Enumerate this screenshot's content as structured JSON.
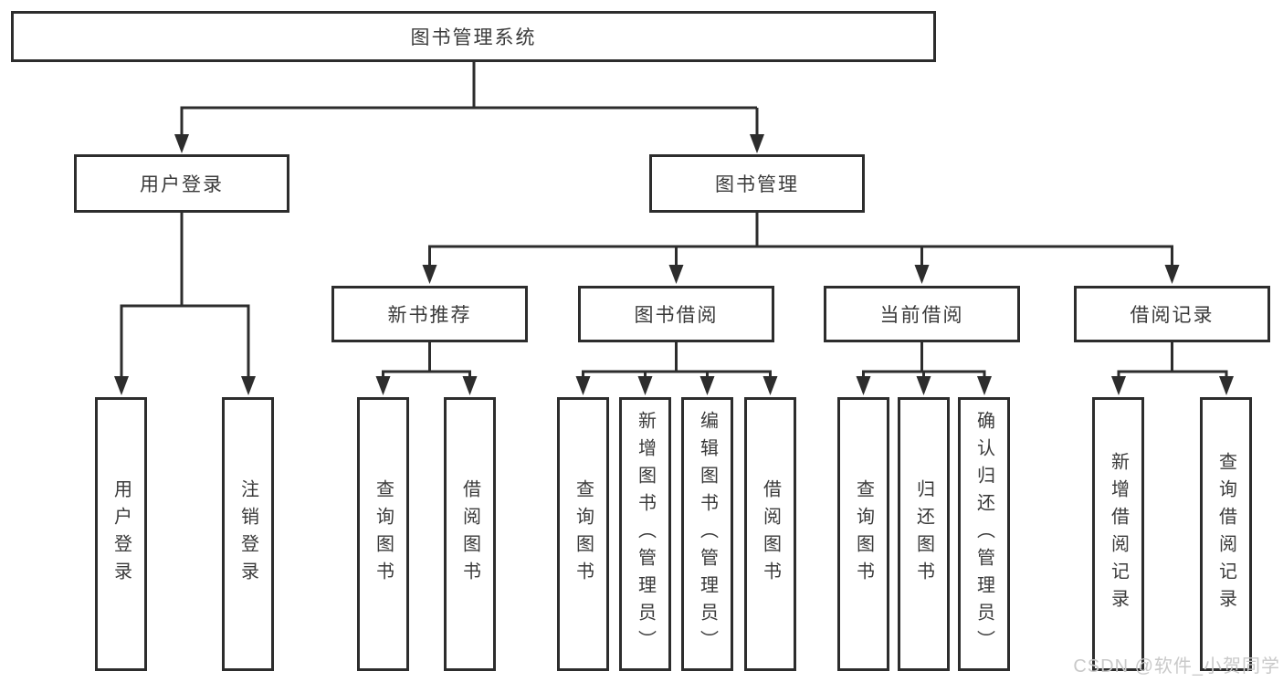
{
  "diagram": {
    "root": {
      "label": "图书管理系统"
    },
    "branches": [
      {
        "label": "用户登录",
        "children": [
          {
            "label": "用户登录"
          },
          {
            "label": "注销登录"
          }
        ]
      },
      {
        "label": "图书管理",
        "children": [
          {
            "label": "新书推荐",
            "children": [
              {
                "label": "查询图书"
              },
              {
                "label": "借阅图书"
              }
            ]
          },
          {
            "label": "图书借阅",
            "children": [
              {
                "label": "查询图书"
              },
              {
                "label": "新增图书（管理员）"
              },
              {
                "label": "编辑图书（管理员）"
              },
              {
                "label": "借阅图书"
              }
            ]
          },
          {
            "label": "当前借阅",
            "children": [
              {
                "label": "查询图书"
              },
              {
                "label": "归还图书"
              },
              {
                "label": "确认归还（管理员）"
              }
            ]
          },
          {
            "label": "借阅记录",
            "children": [
              {
                "label": "新增借阅记录"
              },
              {
                "label": "查询借阅记录"
              }
            ]
          }
        ]
      }
    ],
    "watermark": "CSDN @软件_小贺同学",
    "colors": {
      "line": "#2d2d2d",
      "text": "#3a3a3a",
      "box_background": "#ffffff",
      "watermark": "#c9c9c9"
    }
  }
}
